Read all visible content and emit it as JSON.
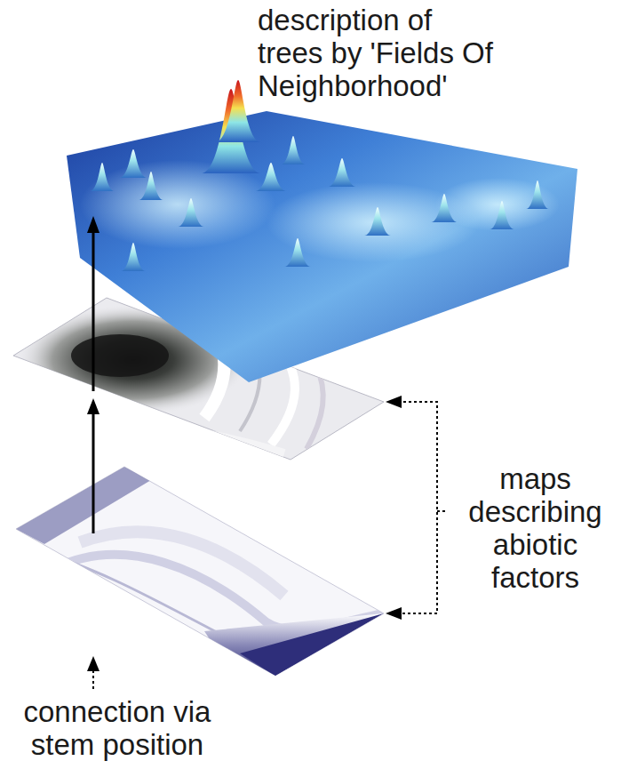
{
  "diagram": {
    "labels": [
      "description of trees by 'Fields Of Neighborhood'",
      "maps describing abiotic factors",
      "connection via stem position"
    ]
  }
}
